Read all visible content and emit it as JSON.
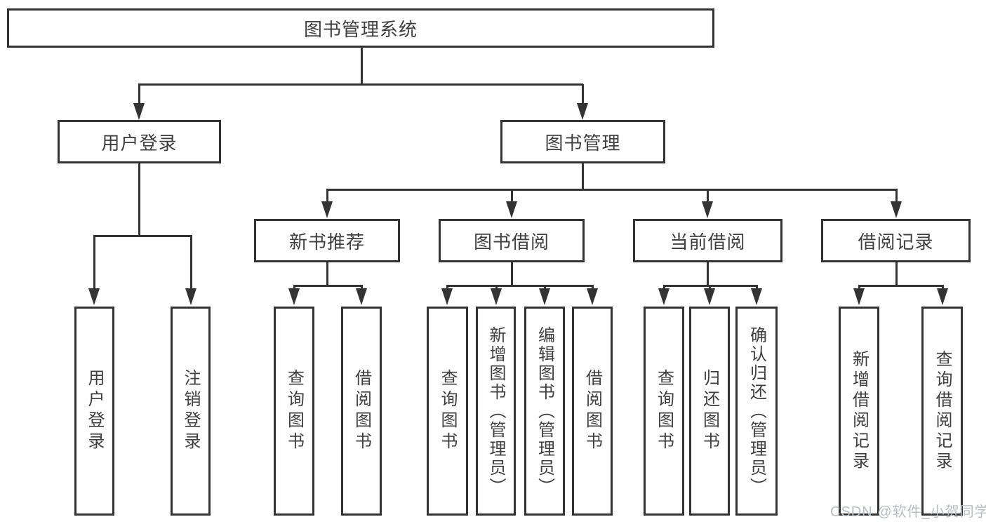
{
  "tree": {
    "root": "图书管理系统",
    "branches": [
      {
        "label": "用户登录",
        "children": [
          "用户登录",
          "注销登录"
        ]
      },
      {
        "label": "图书管理",
        "groups": [
          {
            "label": "新书推荐",
            "children": [
              "查询图书",
              "借阅图书"
            ]
          },
          {
            "label": "图书借阅",
            "children": [
              "查询图书",
              "新增图书（管理员）",
              "编辑图书（管理员）",
              "借阅图书"
            ]
          },
          {
            "label": "当前借阅",
            "children": [
              "查询图书",
              "归还图书",
              "确认归还（管理员）"
            ]
          },
          {
            "label": "借阅记录",
            "children": [
              "新增借阅记录",
              "查询借阅记录"
            ]
          }
        ]
      }
    ]
  },
  "watermark": "CSDN @软件_小贺同学",
  "colors": {
    "line": "#333333",
    "node_border": "#333333",
    "node_text": "#3f3f3f",
    "node_background": "#ffffff",
    "page_background": "#ffffff",
    "watermark_text": "#b9bec3"
  }
}
